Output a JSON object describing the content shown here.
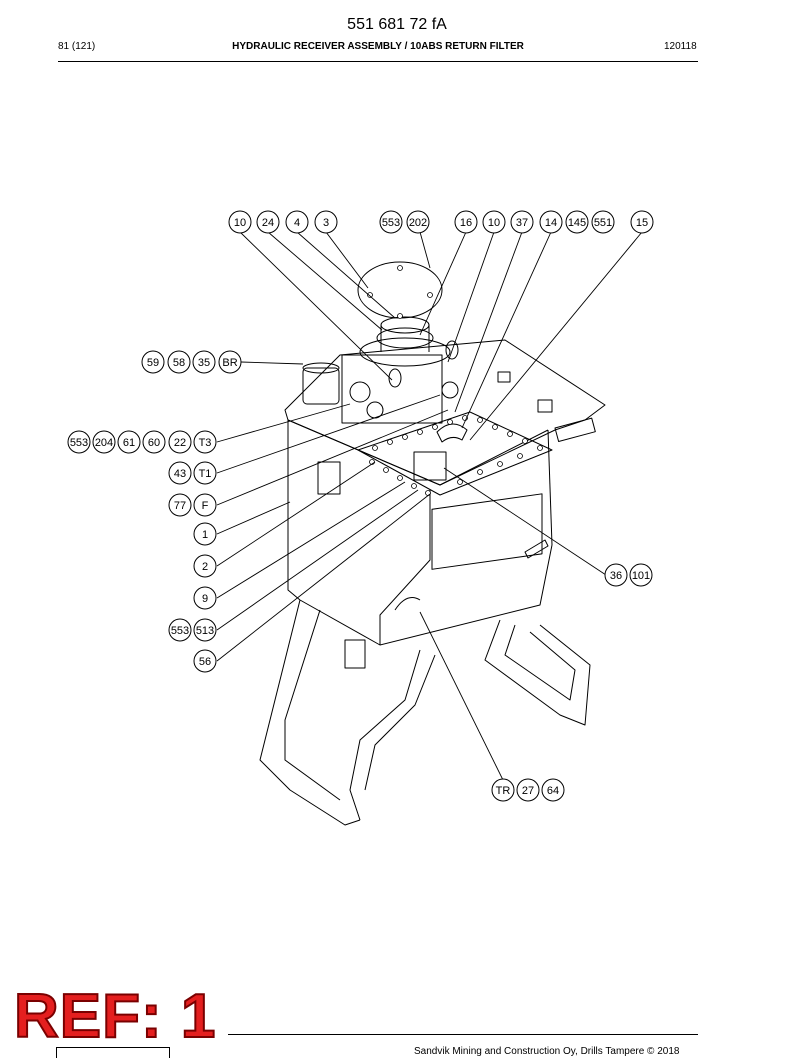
{
  "header": {
    "doc_number": "551 681 72 fA",
    "page_count": "81 (121)",
    "title": "HYDRAULIC RECEIVER ASSEMBLY / 10ABS RETURN FILTER",
    "date": "120118"
  },
  "callouts": {
    "top_row": [
      "10",
      "24",
      "4",
      "3",
      "553",
      "202",
      "16",
      "10",
      "37",
      "14",
      "145",
      "551",
      "15"
    ],
    "left_group_1": [
      "59",
      "58",
      "35",
      "BR"
    ],
    "left_group_2": [
      "553",
      "204",
      "61",
      "60",
      "22",
      "T3"
    ],
    "left_group_3": [
      "43",
      "T1"
    ],
    "left_group_4": [
      "77",
      "F"
    ],
    "left_single_1": "1",
    "left_single_2": "2",
    "left_single_3": "9",
    "left_group_5": [
      "553",
      "513"
    ],
    "left_single_4": "56",
    "right_group": [
      "36",
      "101"
    ],
    "bottom_group": [
      "TR",
      "27",
      "64"
    ]
  },
  "stamp": {
    "text": "REF: 1"
  },
  "footer": {
    "copyright": "Sandvik Mining and Construction Oy, Drills Tampere © 2018"
  }
}
